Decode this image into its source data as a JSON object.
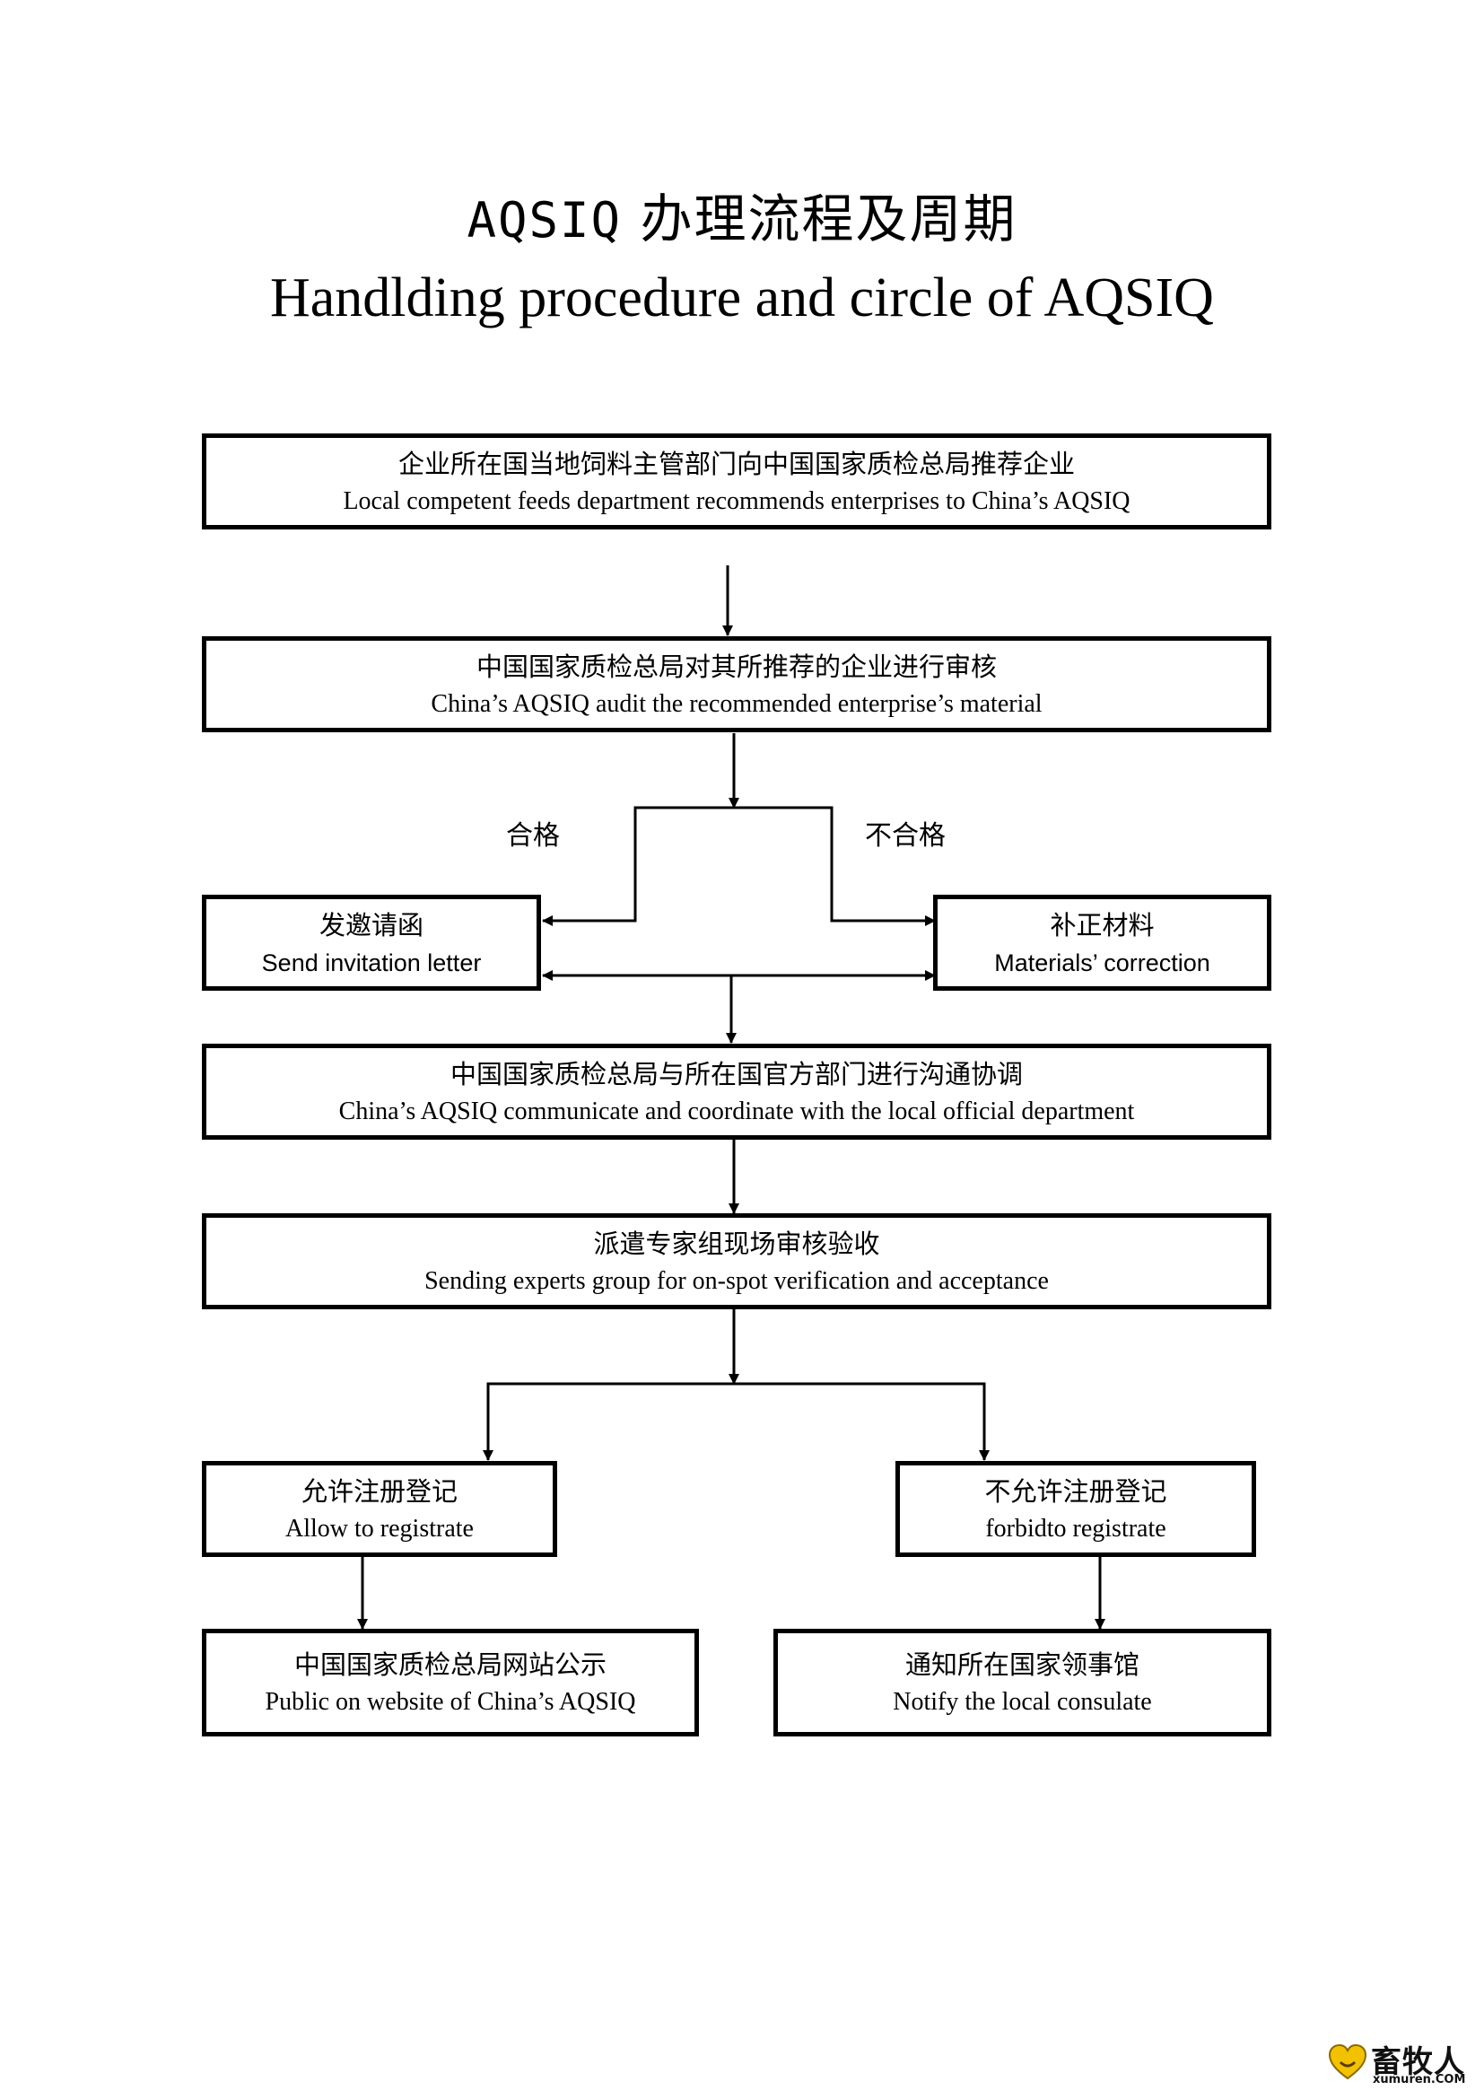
{
  "title": {
    "zh_prefix": "AQSIQ",
    "zh_rest": "办理流程及周期",
    "en": "Handlding procedure and circle of AQSIQ"
  },
  "steps": {
    "recommend": {
      "zh": "企业所在国当地饲料主管部门向中国国家质检总局推荐企业",
      "en": "Local competent feeds department recommends enterprises to China’s AQSIQ"
    },
    "audit": {
      "zh": "中国国家质检总局对其所推荐的企业进行审核",
      "en": "China’s AQSIQ audit the recommended enterprise’s material"
    },
    "invite": {
      "zh": "发邀请函",
      "en": "Send invitation letter"
    },
    "correction": {
      "zh": "补正材料",
      "en": "Materials’ correction"
    },
    "communicate": {
      "zh": "中国国家质检总局与所在国官方部门进行沟通协调",
      "en": "China’s AQSIQ communicate and coordinate with the local official department"
    },
    "experts": {
      "zh": "派遣专家组现场审核验收",
      "en": "Sending experts group for on-spot verification and acceptance"
    },
    "allow": {
      "zh": "允许注册登记",
      "en": "Allow to registrate"
    },
    "forbid": {
      "zh": "不允许注册登记",
      "en": "forbidto registrate"
    },
    "publish": {
      "zh": "中国国家质检总局网站公示",
      "en": "Public on website of China’s AQSIQ"
    },
    "notify": {
      "zh": "通知所在国家领事馆",
      "en": "Notify the local consulate"
    }
  },
  "branch_labels": {
    "qualified": "合格",
    "disqualified": "不合格"
  },
  "watermark": {
    "name": "畜牧人",
    "site": "xumuren.COM",
    "color": "#f2c200"
  }
}
